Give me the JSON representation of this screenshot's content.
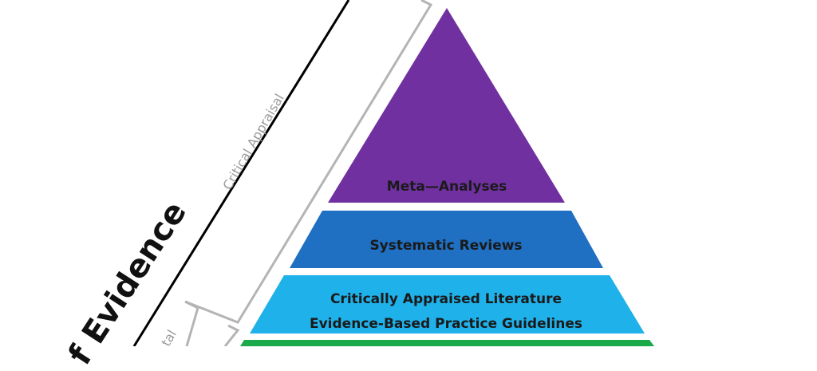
{
  "pyramid": {
    "tiers": [
      {
        "label": "Meta—Analyses",
        "color": "#7030a0"
      },
      {
        "label": "Systematic Reviews",
        "color": "#1f6fc2"
      },
      {
        "label_line1": "Critically Appraised Literature",
        "label_line2": "Evidence-Based Practice Guidelines",
        "color": "#1fb1ea"
      },
      {
        "color": "#1aaa4a"
      }
    ]
  },
  "side": {
    "title": "f Evidence",
    "bracket_label": "Critical Appraisal",
    "cut_label": "tal"
  },
  "colors": {
    "bracket": "#b4b4b4",
    "axis_line": "#000000"
  }
}
